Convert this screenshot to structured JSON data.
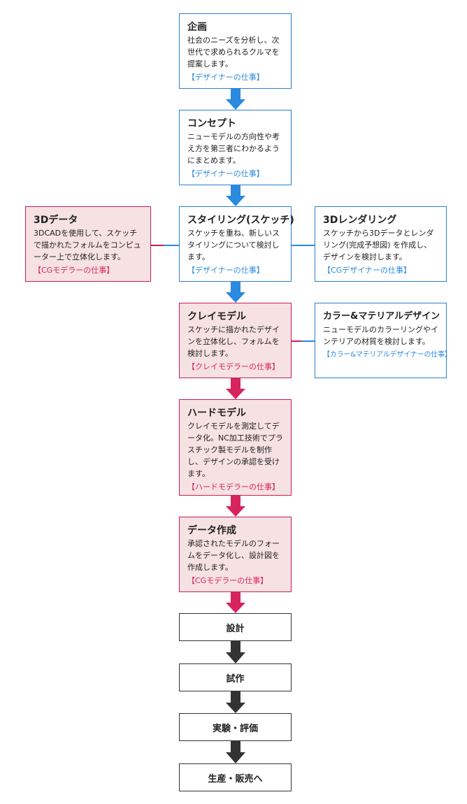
{
  "colors": {
    "blue": "#2a8ae0",
    "pink": "#d8245e",
    "dark": "#333333"
  },
  "steps": {
    "kikaku": {
      "title": "企画",
      "desc": "社会のニーズを分析し、次世代で求められるクルマを提案します。",
      "tag": "【デザイナーの仕事】"
    },
    "concept": {
      "title": "コンセプト",
      "desc": "ニューモデルの方向性や考え方を第三者にわかるようにまとめます。",
      "tag": "【デザイナーの仕事】"
    },
    "styling": {
      "title": "スタイリング(スケッチ)",
      "desc": "スケッチを重ね、新しいスタイリングについて検討します。",
      "tag": "【デザイナーの仕事】"
    },
    "data3d": {
      "title": "3Dデータ",
      "desc": "3DCADを使用して、スケッチで描かれたフォルムをコンピューター上で立体化します。",
      "tag": "【CGモデラーの仕事】"
    },
    "rendering3d": {
      "title": "3Dレンダリング",
      "desc": "スケッチから3Dデータとレンダリング(完成予想図) を作成し、デザインを検討します。",
      "tag": "【CGデザイナーの仕事】"
    },
    "clay": {
      "title": "クレイモデル",
      "desc": "スケッチに描かれたデザインを立体化し、フォルムを検討します。",
      "tag": "【クレイモデラーの仕事】"
    },
    "color": {
      "title": "カラー&マテリアルデザイン",
      "desc": "ニューモデルのカラーリングやインテリアの材質を検討します。",
      "tag": "【カラー&マテリアルデザイナーの仕事】"
    },
    "hard": {
      "title": "ハードモデル",
      "desc": "クレイモデルを測定してデータ化。NC加工技術でプラスチック製モデルを制作し、デザインの承認を受けます。",
      "tag": "【ハードモデラーの仕事】"
    },
    "datasakusei": {
      "title": "データ作成",
      "desc": "承認されたモデルのフォームをデータ化し、設計図を作成します。",
      "tag": "【CGモデラーの仕事】"
    },
    "sekkei": {
      "title": "設計"
    },
    "shisaku": {
      "title": "試作"
    },
    "jikken": {
      "title": "実験・評価"
    },
    "seisan": {
      "title": "生産・販売へ"
    }
  },
  "icons": {
    "flow_arrow": "arrow-down-icon"
  }
}
